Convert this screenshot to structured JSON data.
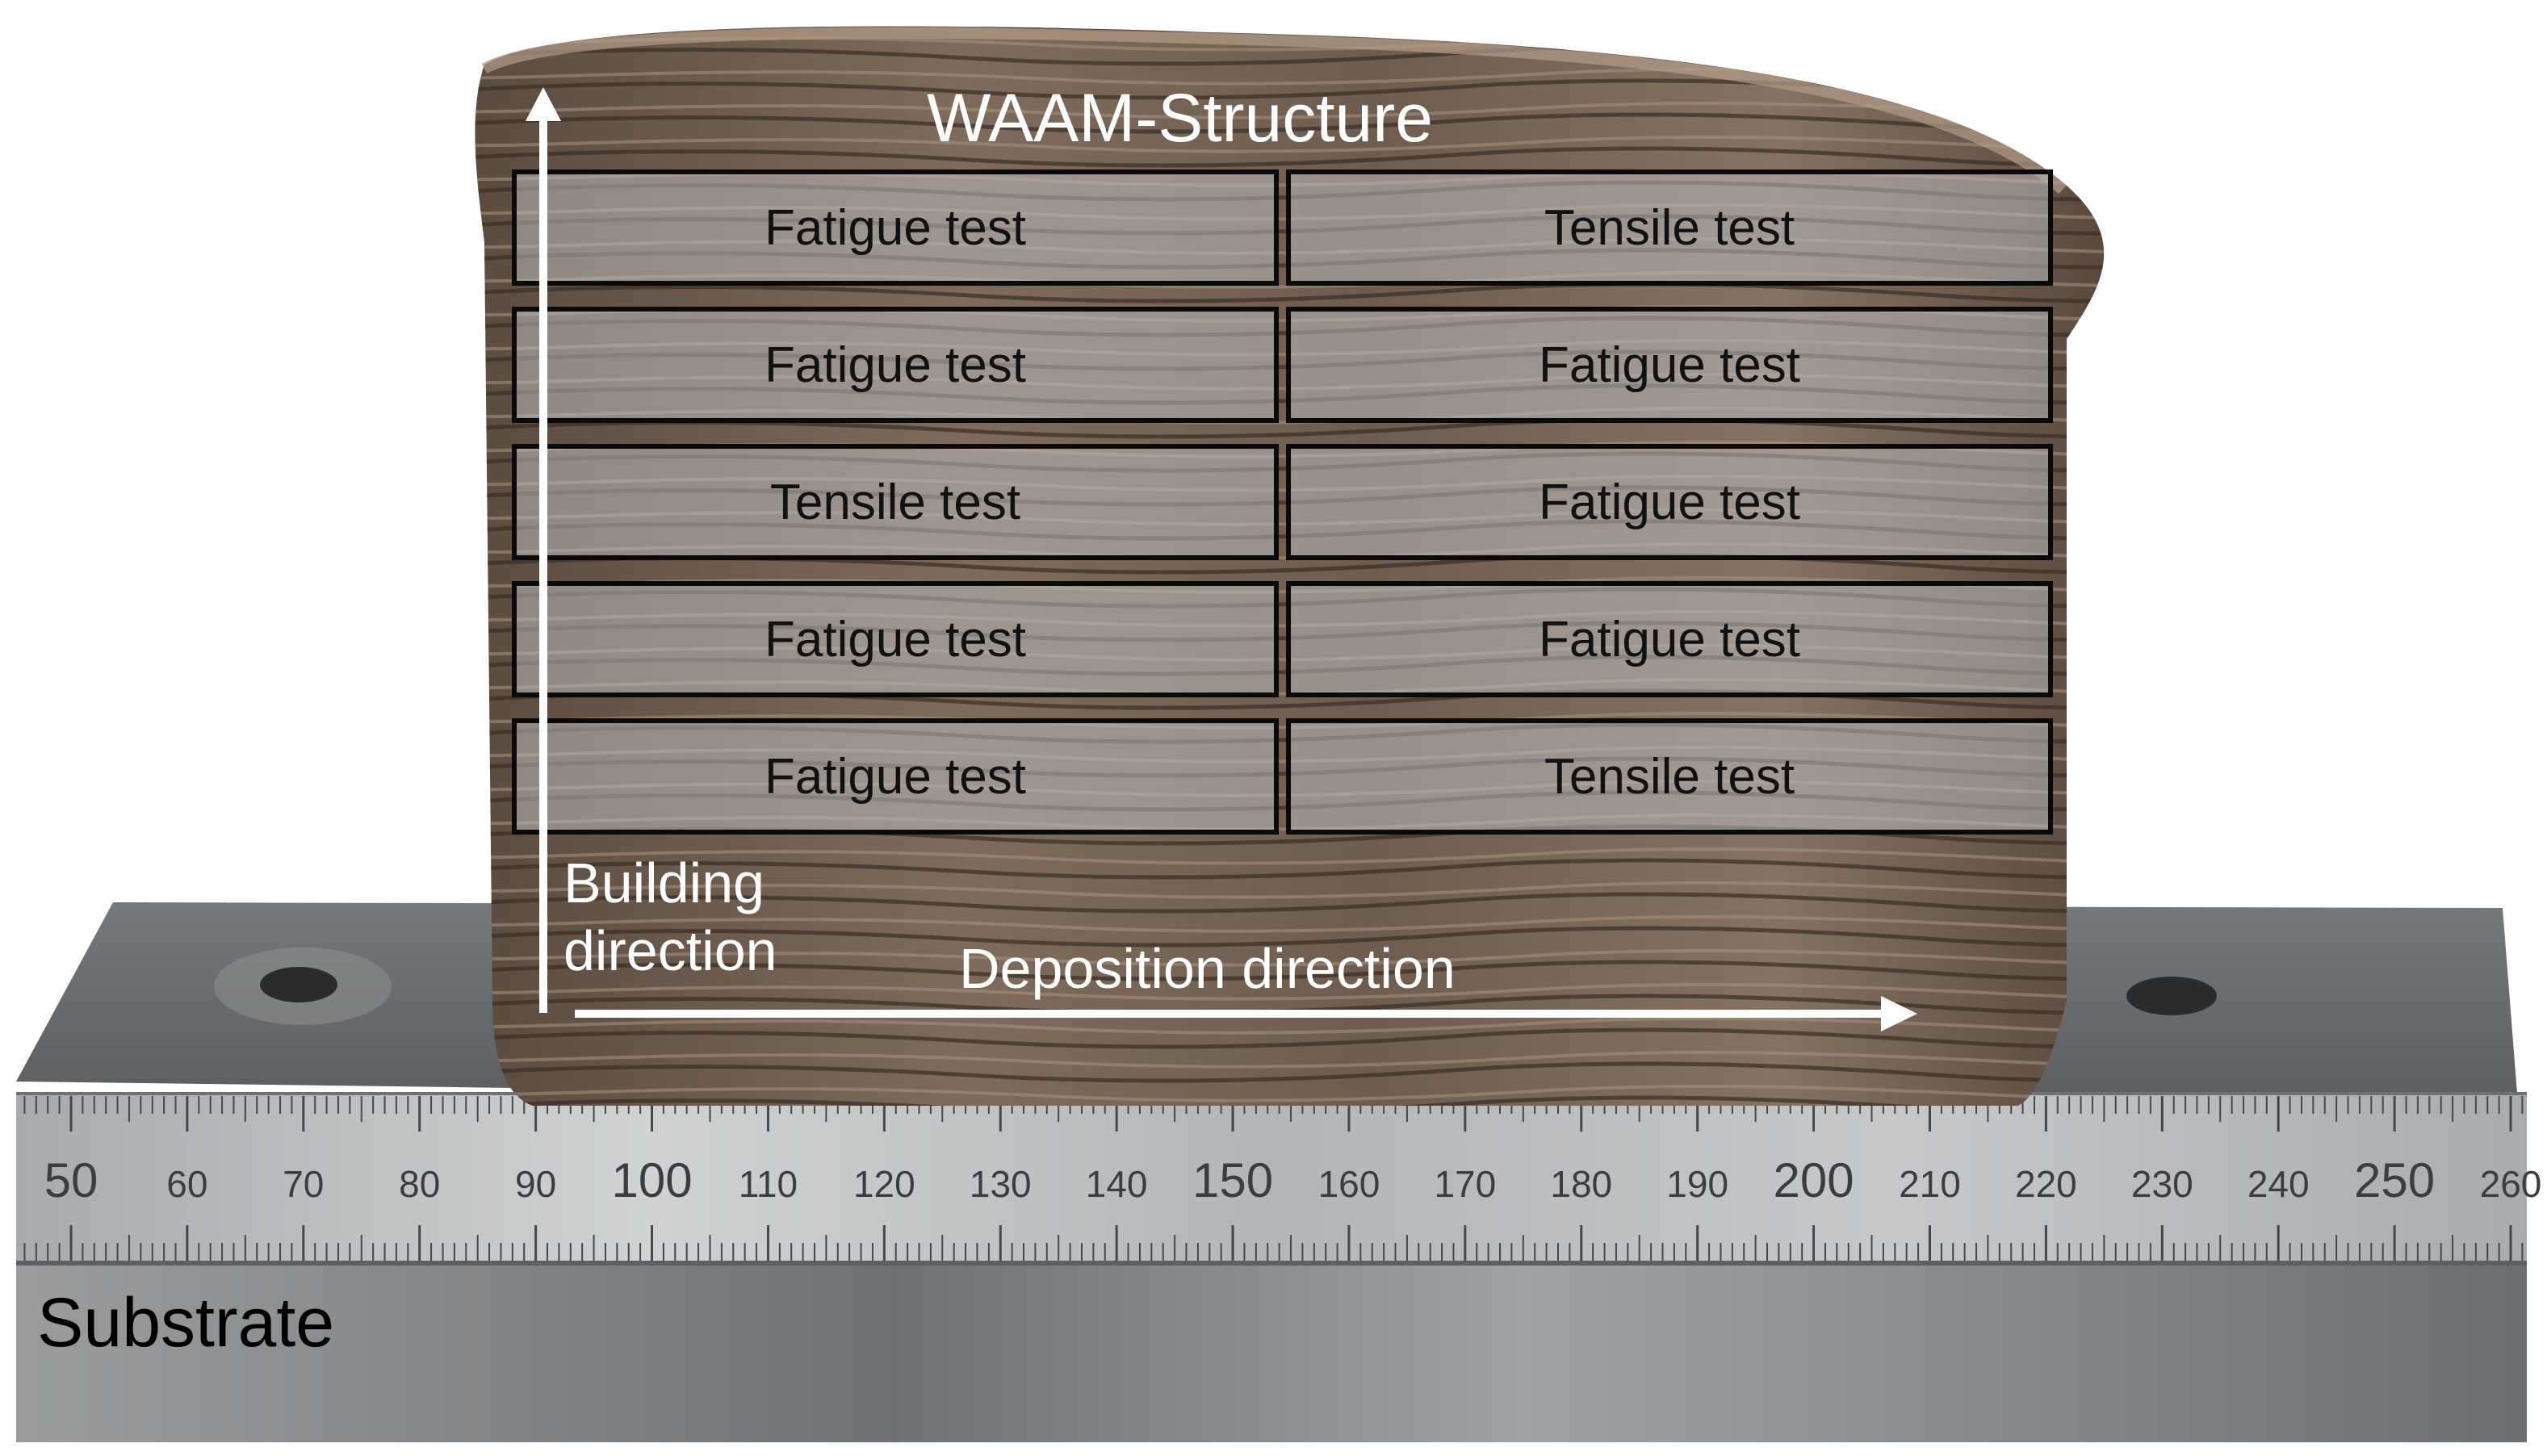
{
  "title": "WAAM-Structure",
  "substrate_label": "Substrate",
  "building_direction": [
    "Building",
    "direction"
  ],
  "deposition_direction": "Deposition direction",
  "specimens": [
    [
      "Fatigue test",
      "Tensile test"
    ],
    [
      "Fatigue test",
      "Fatigue test"
    ],
    [
      "Tensile test",
      "Fatigue test"
    ],
    [
      "Fatigue test",
      "Fatigue test"
    ],
    [
      "Fatigue test",
      "Tensile test"
    ]
  ],
  "ruler": {
    "labels": [
      "50",
      "60",
      "70",
      "80",
      "90",
      "100",
      "110",
      "120",
      "130",
      "140",
      "150",
      "160",
      "170",
      "180",
      "190",
      "200",
      "210",
      "220",
      "230",
      "240",
      "250",
      "260"
    ]
  },
  "colors": {
    "background": "#ffffff",
    "metal_dark": "#4a3e35",
    "metal_light": "#8a7a6a",
    "substrate": "#8d8f91",
    "ruler": "#b9bcbe",
    "overlay_box": "rgba(185,185,185,0.55)",
    "box_border": "#0a0a0a",
    "arrow": "#ffffff"
  }
}
